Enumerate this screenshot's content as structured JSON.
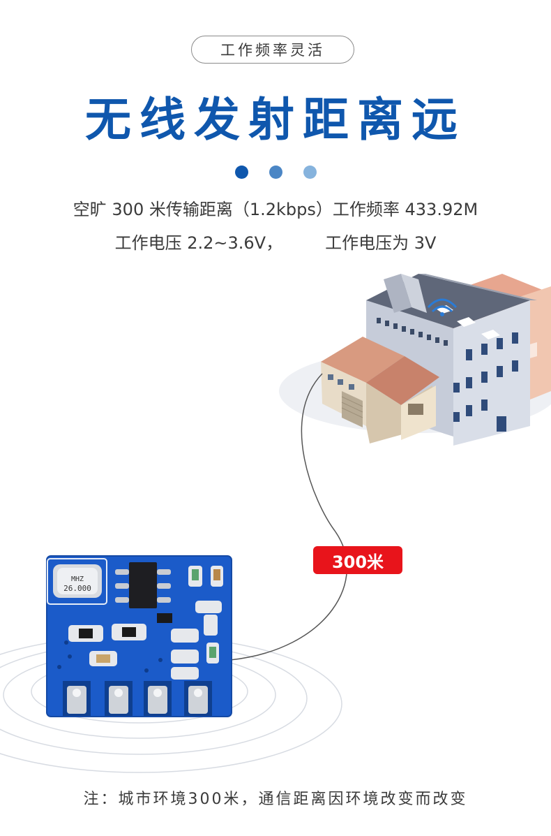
{
  "header": {
    "pill_label": "工作频率灵活",
    "headline": "无线发射距离远"
  },
  "dots": [
    {
      "color": "#0f57ad"
    },
    {
      "color": "#4b86c5"
    },
    {
      "color": "#86b3dd"
    }
  ],
  "specs": {
    "line1": "空旷 300 米传输距离（1.2kbps）工作频率 433.92M",
    "line2": "工作电压 2.2~3.6V，        工作电压为 3V"
  },
  "module": {
    "crystal_line1": "26.000",
    "crystal_line2": "MHZ"
  },
  "distance_badge": "300米",
  "footer_note": "注：城市环境300米，通信距离因环境改变而改变",
  "colors": {
    "brand_blue": "#0f57ad",
    "badge_red": "#e8141b",
    "pcb_blue": "#1b5bc9"
  }
}
